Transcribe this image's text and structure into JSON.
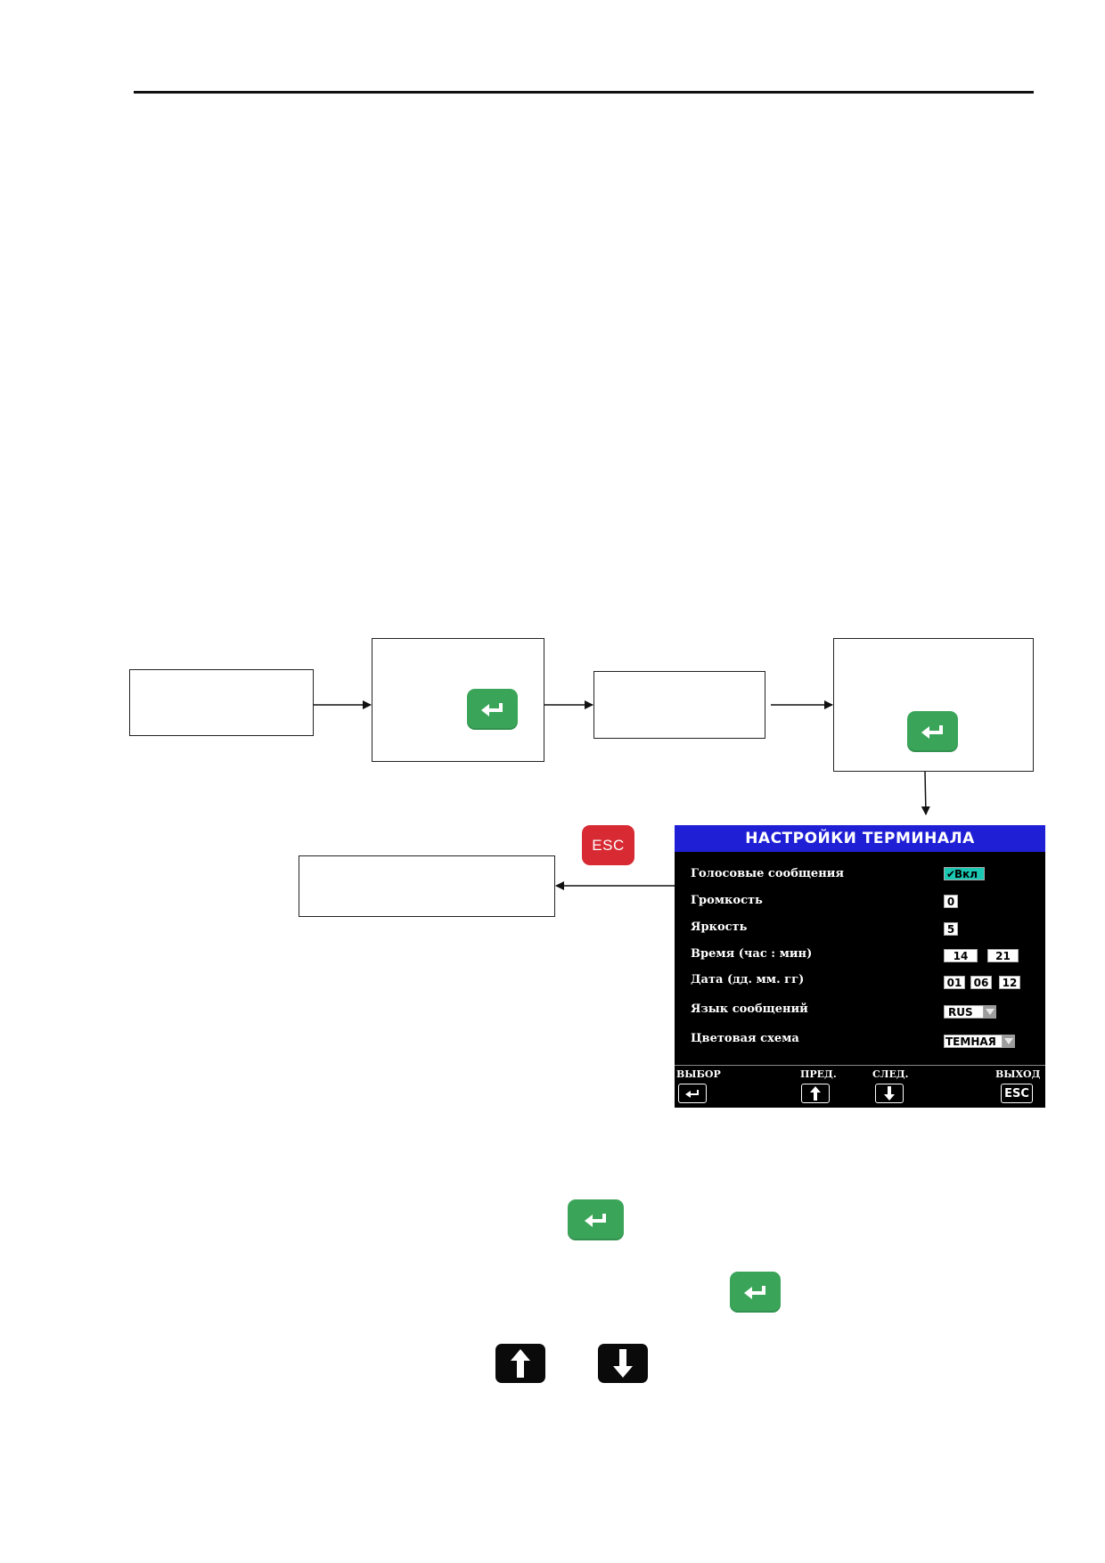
{
  "screen": {
    "title": "НАСТРОЙКИ ТЕРМИНАЛА",
    "rows": [
      {
        "label": "Голосовые сообщения",
        "value": "Вкл"
      },
      {
        "label": "Громкость",
        "value": "0"
      },
      {
        "label": "Яркость",
        "value": "5"
      },
      {
        "label": "Время (час : мин)",
        "hours": "14",
        "minutes": "21"
      },
      {
        "label": "Дата (дд. мм. гг)",
        "day": "01",
        "month": "06",
        "year": "12"
      },
      {
        "label": "Язык сообщений",
        "value": "RUS"
      },
      {
        "label": "Цветовая схема",
        "value": "ТЕМНАЯ"
      }
    ],
    "footer": {
      "select_label": "ВЫБОР",
      "prev_label": "ПРЕД.",
      "next_label": "СЛЕД.",
      "exit_label": "ВЫХОД",
      "exit_key": "ESC"
    }
  },
  "keys": {
    "esc_label": "ESC"
  },
  "colors": {
    "enter_key": "#3aa559",
    "esc_key": "#d72a33",
    "screen_title_bar": "#1f1fd6",
    "toggle_on": "#19c7b3"
  }
}
